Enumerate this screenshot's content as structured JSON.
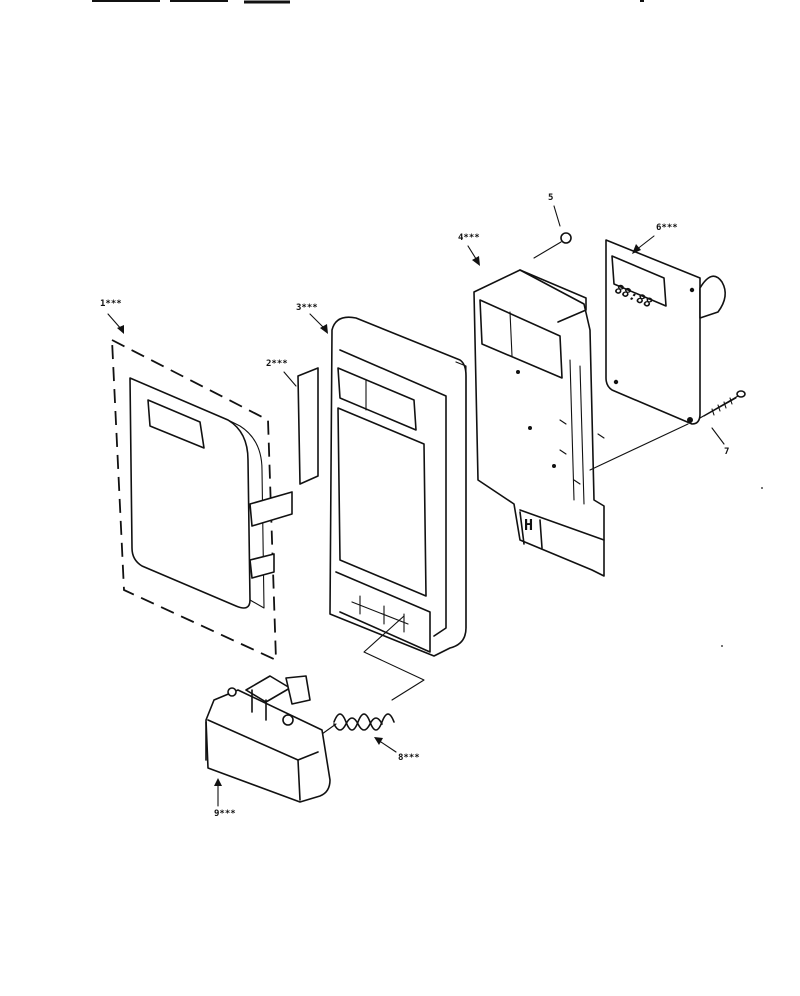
{
  "labels": {
    "p1": "1***",
    "p2": "2***",
    "p3": "3***",
    "p4": "4***",
    "p5": "5",
    "p6": "6***",
    "p7": "7",
    "p8": "8***",
    "p9": "9***"
  },
  "display_digits": "88:88"
}
